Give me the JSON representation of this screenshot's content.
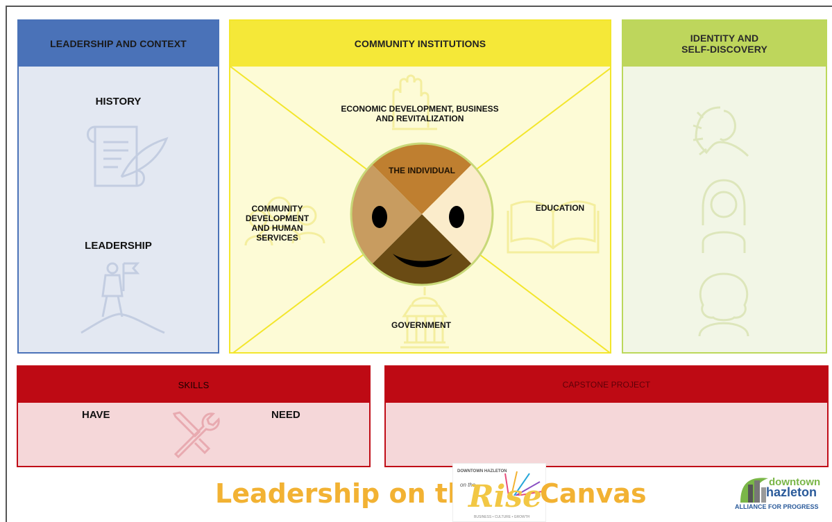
{
  "panels": {
    "left": {
      "header": "LEADERSHIP AND CONTEXT",
      "history": "HISTORY",
      "leadership": "LEADERSHIP"
    },
    "center": {
      "header": "COMMUNITY INSTITUTIONS",
      "economic_line1": "ECONOMIC DEVELOPMENT, BUSINESS",
      "economic_line2": "AND REVITALIZATION",
      "individual": "THE INDIVIDUAL",
      "community_line1": "COMMUNITY",
      "community_line2": "DEVELOPMENT",
      "community_line3": "AND HUMAN",
      "community_line4": "SERVICES",
      "education": "EDUCATION",
      "government": "GOVERNMENT"
    },
    "right": {
      "header_line1": "IDENTITY AND",
      "header_line2": "SELF-DISCOVERY"
    },
    "skills": {
      "header": "SKILLS",
      "have": "HAVE",
      "need": "NEED"
    },
    "capstone": {
      "header": "CAPSTONE PROJECT"
    }
  },
  "footer": {
    "title_left": "Leadership on the",
    "title_rise": "Rise",
    "title_right": "Canvas",
    "rise_logo_top": "DOWNTOWN HAZLETON",
    "rise_logo_on": "on the",
    "rise_logo_bottom": "BUSINESS • CULTURE • GROWTH",
    "brand_downtown": "downtown",
    "brand_hazleton": "hazleton",
    "brand_alliance": "ALLIANCE FOR PROGRESS"
  },
  "colors": {
    "blue": "#4a72b8",
    "yellow": "#f5e838",
    "green": "#bed65c",
    "red": "#be0a14",
    "title_orange": "#f2b233"
  }
}
